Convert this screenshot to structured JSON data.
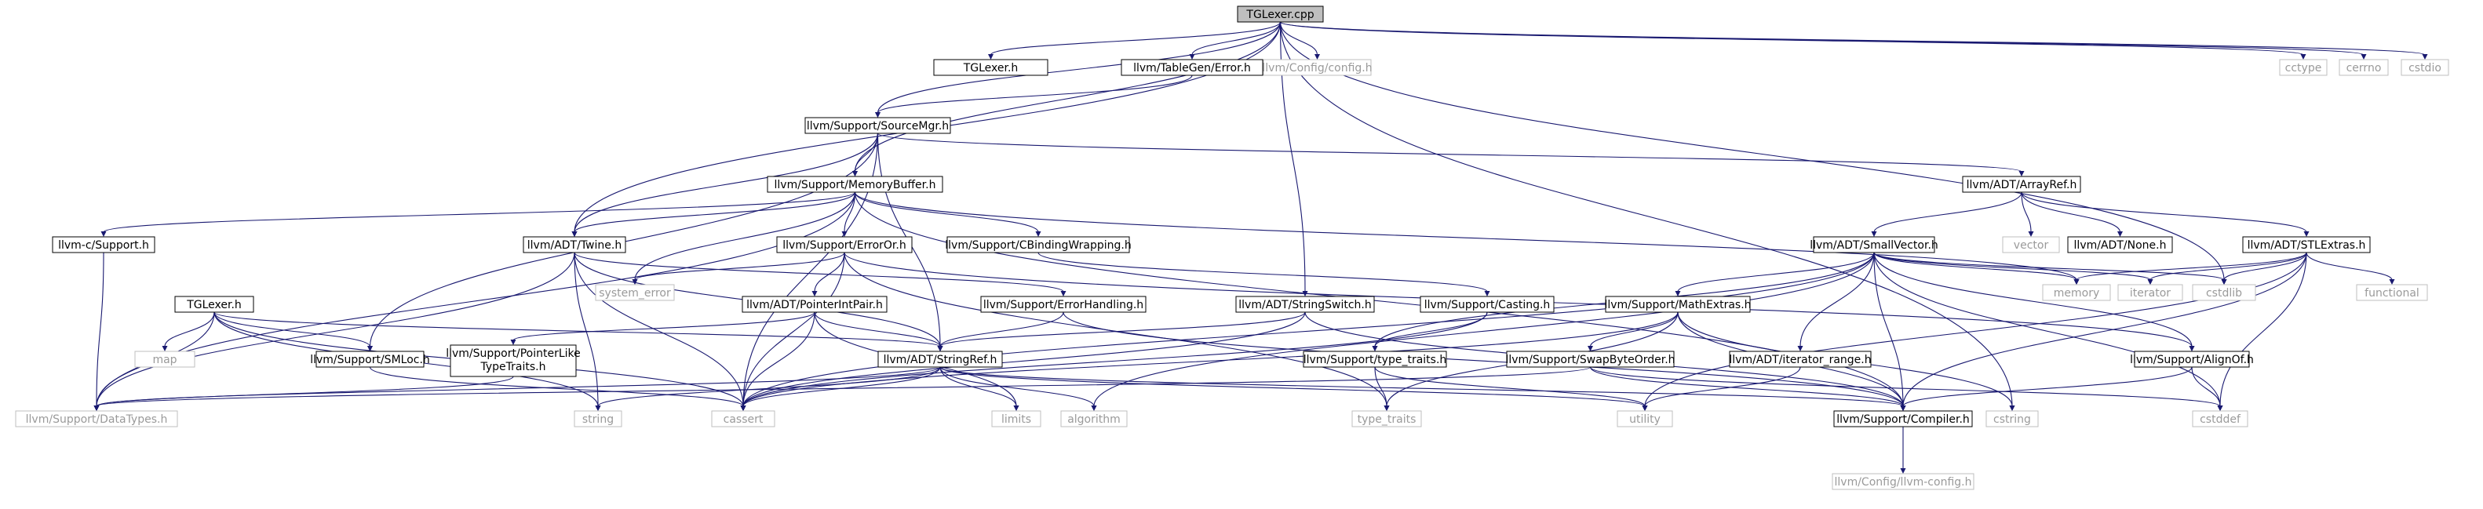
{
  "nodes": [
    {
      "id": "n0",
      "label": "TGLexer.cpp",
      "kind": "root"
    },
    {
      "id": "n1",
      "label": "TGLexer.h",
      "kind": "doc"
    },
    {
      "id": "n2",
      "label": "llvm/TableGen/Error.h",
      "kind": "doc"
    },
    {
      "id": "n3",
      "label": "llvm/Config/config.h",
      "kind": "ext"
    },
    {
      "id": "n4",
      "label": "cctype",
      "kind": "ext"
    },
    {
      "id": "n5",
      "label": "cerrno",
      "kind": "ext"
    },
    {
      "id": "n6",
      "label": "cstdio",
      "kind": "ext"
    },
    {
      "id": "n7",
      "label": "llvm/Support/SourceMgr.h",
      "kind": "doc"
    },
    {
      "id": "n8",
      "label": "llvm/Support/MemoryBuffer.h",
      "kind": "doc"
    },
    {
      "id": "n9",
      "label": "llvm/ADT/ArrayRef.h",
      "kind": "doc"
    },
    {
      "id": "n10",
      "label": "llvm-c/Support.h",
      "kind": "doc"
    },
    {
      "id": "n11",
      "label": "llvm/ADT/Twine.h",
      "kind": "doc"
    },
    {
      "id": "n12",
      "label": "llvm/Support/ErrorOr.h",
      "kind": "doc"
    },
    {
      "id": "n13",
      "label": "llvm/Support/CBindingWrapping.h",
      "kind": "doc"
    },
    {
      "id": "n14",
      "label": "vector",
      "kind": "ext"
    },
    {
      "id": "n15",
      "label": "llvm/ADT/None.h",
      "kind": "doc"
    },
    {
      "id": "n16",
      "label": "llvm/ADT/SmallVector.h",
      "kind": "doc"
    },
    {
      "id": "n17",
      "label": "llvm/ADT/STLExtras.h",
      "kind": "doc"
    },
    {
      "id": "n18",
      "label": "system_error",
      "kind": "ext"
    },
    {
      "id": "n19",
      "label": "llvm/ADT/PointerIntPair.h",
      "kind": "doc"
    },
    {
      "id": "n20",
      "label": "llvm/Support/ErrorHandling.h",
      "kind": "doc"
    },
    {
      "id": "n21",
      "label": "llvm/ADT/StringSwitch.h",
      "kind": "doc"
    },
    {
      "id": "n22",
      "label": "llvm/Support/Casting.h",
      "kind": "doc"
    },
    {
      "id": "n23",
      "label": "llvm/Support/MathExtras.h",
      "kind": "doc"
    },
    {
      "id": "n24",
      "label": "memory",
      "kind": "ext"
    },
    {
      "id": "n25",
      "label": "iterator",
      "kind": "ext"
    },
    {
      "id": "n26",
      "label": "cstdlib",
      "kind": "ext"
    },
    {
      "id": "n27",
      "label": "functional",
      "kind": "ext"
    },
    {
      "id": "n28",
      "label": "TGLexer.h",
      "kind": "doc"
    },
    {
      "id": "n29",
      "label": "map",
      "kind": "ext"
    },
    {
      "id": "n30",
      "label": "llvm/Support/SMLoc.h",
      "kind": "doc"
    },
    {
      "id": "n31",
      "label": "llvm/Support/PointerLike",
      "label2": "TypeTraits.h",
      "kind": "doc"
    },
    {
      "id": "n32",
      "label": "llvm/ADT/StringRef.h",
      "kind": "doc"
    },
    {
      "id": "n33",
      "label": "llvm/Support/type_traits.h",
      "kind": "doc"
    },
    {
      "id": "n34",
      "label": "llvm/Support/SwapByteOrder.h",
      "kind": "doc"
    },
    {
      "id": "n35",
      "label": "llvm/ADT/iterator_range.h",
      "kind": "doc"
    },
    {
      "id": "n36",
      "label": "llvm/Support/AlignOf.h",
      "kind": "doc"
    },
    {
      "id": "n37",
      "label": "llvm/Support/DataTypes.h",
      "kind": "ext"
    },
    {
      "id": "n38",
      "label": "string",
      "kind": "ext"
    },
    {
      "id": "n39",
      "label": "cassert",
      "kind": "ext"
    },
    {
      "id": "n40",
      "label": "limits",
      "kind": "ext"
    },
    {
      "id": "n41",
      "label": "algorithm",
      "kind": "ext"
    },
    {
      "id": "n42",
      "label": "type_traits",
      "kind": "ext"
    },
    {
      "id": "n43",
      "label": "utility",
      "kind": "ext"
    },
    {
      "id": "n44",
      "label": "llvm/Support/Compiler.h",
      "kind": "doc"
    },
    {
      "id": "n45",
      "label": "cstring",
      "kind": "ext"
    },
    {
      "id": "n46",
      "label": "cstddef",
      "kind": "ext"
    },
    {
      "id": "n47",
      "label": "llvm/Config/llvm-config.h",
      "kind": "ext"
    }
  ],
  "edges": [
    [
      "n0",
      "n1"
    ],
    [
      "n0",
      "n2"
    ],
    [
      "n0",
      "n3"
    ],
    [
      "n0",
      "n4"
    ],
    [
      "n0",
      "n5"
    ],
    [
      "n0",
      "n6"
    ],
    [
      "n0",
      "n7"
    ],
    [
      "n0",
      "n8"
    ],
    [
      "n0",
      "n11"
    ],
    [
      "n0",
      "n21"
    ],
    [
      "n0",
      "n26"
    ],
    [
      "n0",
      "n45"
    ],
    [
      "n2",
      "n7"
    ],
    [
      "n7",
      "n8"
    ],
    [
      "n7",
      "n9"
    ],
    [
      "n7",
      "n11"
    ],
    [
      "n7",
      "n30"
    ],
    [
      "n7",
      "n32"
    ],
    [
      "n7",
      "n39"
    ],
    [
      "n8",
      "n10"
    ],
    [
      "n8",
      "n11"
    ],
    [
      "n8",
      "n12"
    ],
    [
      "n8",
      "n13"
    ],
    [
      "n8",
      "n18"
    ],
    [
      "n8",
      "n24"
    ],
    [
      "n8",
      "n44"
    ],
    [
      "n8",
      "n37"
    ],
    [
      "n9",
      "n14"
    ],
    [
      "n9",
      "n15"
    ],
    [
      "n9",
      "n16"
    ],
    [
      "n9",
      "n17"
    ],
    [
      "n10",
      "n37"
    ],
    [
      "n11",
      "n32"
    ],
    [
      "n11",
      "n20"
    ],
    [
      "n11",
      "n38"
    ],
    [
      "n11",
      "n39"
    ],
    [
      "n11",
      "n37"
    ],
    [
      "n12",
      "n18"
    ],
    [
      "n12",
      "n19"
    ],
    [
      "n12",
      "n36"
    ],
    [
      "n12",
      "n42"
    ],
    [
      "n12",
      "n39"
    ],
    [
      "n13",
      "n22"
    ],
    [
      "n16",
      "n23"
    ],
    [
      "n16",
      "n24"
    ],
    [
      "n16",
      "n25"
    ],
    [
      "n16",
      "n26"
    ],
    [
      "n16",
      "n33"
    ],
    [
      "n16",
      "n35"
    ],
    [
      "n16",
      "n36"
    ],
    [
      "n16",
      "n39"
    ],
    [
      "n16",
      "n41"
    ],
    [
      "n16",
      "n44"
    ],
    [
      "n16",
      "n46"
    ],
    [
      "n17",
      "n24"
    ],
    [
      "n17",
      "n25"
    ],
    [
      "n17",
      "n26"
    ],
    [
      "n17",
      "n27"
    ],
    [
      "n17",
      "n44"
    ],
    [
      "n17",
      "n46"
    ],
    [
      "n17",
      "n43"
    ],
    [
      "n19",
      "n31"
    ],
    [
      "n19",
      "n39"
    ],
    [
      "n19",
      "n40"
    ],
    [
      "n19",
      "n32"
    ],
    [
      "n20",
      "n32"
    ],
    [
      "n20",
      "n44"
    ],
    [
      "n21",
      "n32"
    ],
    [
      "n21",
      "n39"
    ],
    [
      "n21",
      "n44"
    ],
    [
      "n22",
      "n33"
    ],
    [
      "n22",
      "n39"
    ],
    [
      "n23",
      "n34"
    ],
    [
      "n23",
      "n39"
    ],
    [
      "n23",
      "n44"
    ],
    [
      "n23",
      "n45"
    ],
    [
      "n23",
      "n42"
    ],
    [
      "n28",
      "n29"
    ],
    [
      "n28",
      "n30"
    ],
    [
      "n28",
      "n32"
    ],
    [
      "n28",
      "n37"
    ],
    [
      "n28",
      "n39"
    ],
    [
      "n28",
      "n38"
    ],
    [
      "n30",
      "n39"
    ],
    [
      "n31",
      "n37"
    ],
    [
      "n32",
      "n37"
    ],
    [
      "n32",
      "n38"
    ],
    [
      "n32",
      "n39"
    ],
    [
      "n32",
      "n40"
    ],
    [
      "n32",
      "n41"
    ],
    [
      "n32",
      "n43"
    ],
    [
      "n32",
      "n44"
    ],
    [
      "n33",
      "n42"
    ],
    [
      "n33",
      "n43"
    ],
    [
      "n34",
      "n44"
    ],
    [
      "n34",
      "n46"
    ],
    [
      "n34",
      "n37"
    ],
    [
      "n35",
      "n43"
    ],
    [
      "n36",
      "n44"
    ],
    [
      "n36",
      "n46"
    ],
    [
      "n44",
      "n47"
    ]
  ]
}
